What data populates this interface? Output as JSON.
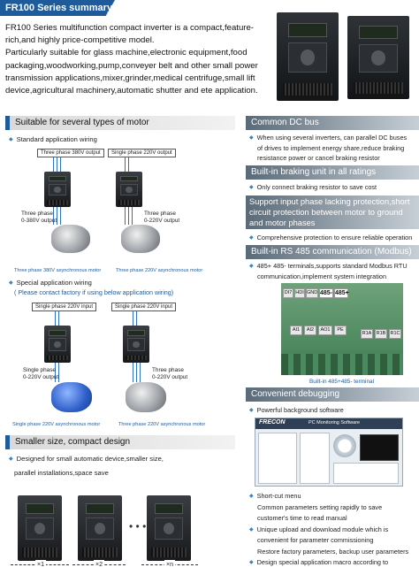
{
  "header": {
    "title": "FR100 Series summary",
    "intro": [
      "FR100 Series multifunction compact inverter is a compact,feature-",
      "rich,and highly price-competitive model.",
      "Particularly suitable for glass  machine,electronic equipment,food",
      "packaging,woodworking,pump,conveyer  belt and other small power",
      "transmission applications,mixer,grinder,medical centrifuge,small lift",
      "device,agricultural machinery,automatic shutter and ete application."
    ]
  },
  "left": {
    "motor_section": {
      "title": "Suitable for several types of motor",
      "standard_wiring": "Standard application wiring",
      "box_380": "Three phase 380V output",
      "box_220": "Single phase 220V output",
      "out_label_1": "Three phase",
      "out_label_1b": "0-380V output",
      "out_label_2": "Three phase",
      "out_label_2b": "0-220V output",
      "caption_1": "Three phase 380V asynchronous motor",
      "caption_2": "Three phase 220V asynchronous motor",
      "special_wiring": "Special application wiring",
      "note": "(  Please contact factory if using below application wiring)",
      "box_s1": "Single phase 220V input",
      "box_s2": "Single phase 220V input",
      "out_label_3": "Single phase",
      "out_label_3b": "0-220V output",
      "out_label_4": "Three phase",
      "out_label_4b": "0-220V output",
      "caption_3": "Single phase 220V asynchronous motor",
      "caption_4": "Three phase 220V asynchronous motor"
    },
    "small_section": {
      "title": "Smaller size,  compact design",
      "line1": "Designed for small automatic device,smaller size,",
      "line2": "parallel installations,space save",
      "mult1": "×1",
      "mult2": "×2",
      "multn": "×n"
    }
  },
  "right": {
    "dc_bus": {
      "title": "Common DC bus",
      "text": [
        "When using several inverters,  can parallel DC buses",
        "of drives to implement energy share,reduce braking",
        "resistance power or cancel braking resistor"
      ]
    },
    "braking": {
      "title": "Built-in braking unit in all ratings",
      "text": "Only connect braking resistor to save cost"
    },
    "phase": {
      "title": [
        "Support input phase lacking protection,short",
        "circuit protection between motor to ground",
        "and motor phases"
      ],
      "text": "Comprehensive protection to ensure reliable operation"
    },
    "rs485": {
      "title": "Built-in RS 485 communication (Modbus)",
      "text": [
        "485+ 485- terminals,supports standard Modbus RTU",
        "communication,implement system integration"
      ],
      "terminals_top": [
        "DI7",
        "HDI",
        "GND",
        "485-",
        "485+"
      ],
      "terminals_mid": [
        "AI1",
        "AI2",
        "AO1",
        "PE"
      ],
      "terminals_bot": [
        "R1A",
        "R1B",
        "R1C"
      ],
      "caption": "Built-in 485+485- terminal"
    },
    "debug": {
      "title": "Convenient debugging",
      "powerful": "Powerful background software",
      "software_brand": "FRECON",
      "software_title": "PC Monitoring Software",
      "items": [
        "Short-cut menu",
        "Common parameters setting rapidly to save",
        "customer's time to read manual",
        "Unique upload and download module which is",
        "convenient for parameter commissioning",
        "Restore factory parameters,  backup user parameters",
        "Design special application macro according to"
      ]
    }
  },
  "colors": {
    "accent": "#1d5b9a",
    "bullet": "#3a83c6",
    "section_bar": "#5a6a78"
  }
}
